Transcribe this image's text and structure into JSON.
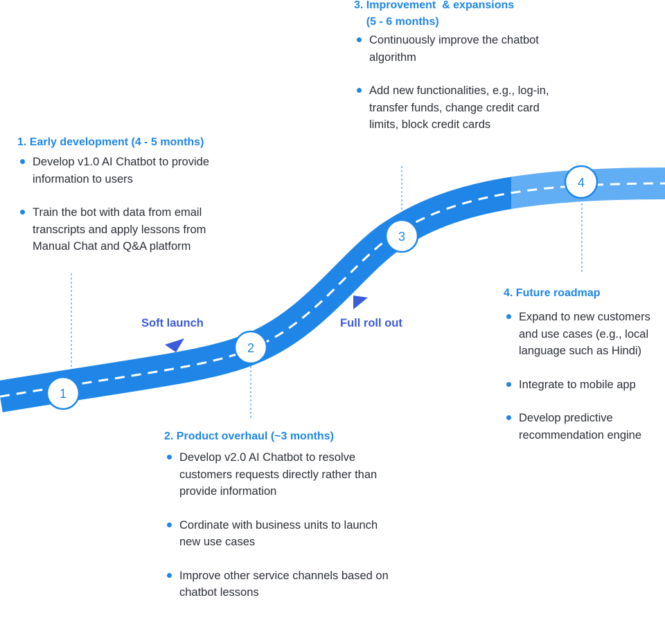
{
  "colors": {
    "road": "#1f86e8",
    "road_faded": "#62aef5",
    "accent": "#1f86e8",
    "phase_label": "#3b5bd9",
    "text": "#2b2f36"
  },
  "milestones": [
    "1",
    "2",
    "3",
    "4"
  ],
  "phase_labels": {
    "soft_launch": "Soft launch",
    "full_roll_out": "Full roll out"
  },
  "sections": [
    {
      "title": "1. Early development (4 - 5 months)",
      "items": [
        "Develop v1.0 AI Chatbot to provide information to users",
        "Train the bot with data from email transcripts and apply lessons from Manual Chat and Q&A platform"
      ]
    },
    {
      "title": "2. Product overhaul (~3 months)",
      "items": [
        "Develop v2.0 AI Chatbot to resolve customers requests directly rather than provide information",
        "Cordinate with business units to launch new use cases",
        "Improve other service channels based on chatbot lessons"
      ]
    },
    {
      "title": "3. Improvement  & expansions\n    (5 - 6 months)",
      "items": [
        "Continuously improve the chatbot algorithm",
        "Add new functionalities, e.g., log-in, transfer funds, change credit card limits, block credit cards"
      ]
    },
    {
      "title": "4. Future roadmap",
      "items": [
        "Expand to new customers and use cases (e.g., local language such as Hindi)",
        "Integrate to mobile app",
        "Develop predictive recommendation engine"
      ]
    }
  ]
}
